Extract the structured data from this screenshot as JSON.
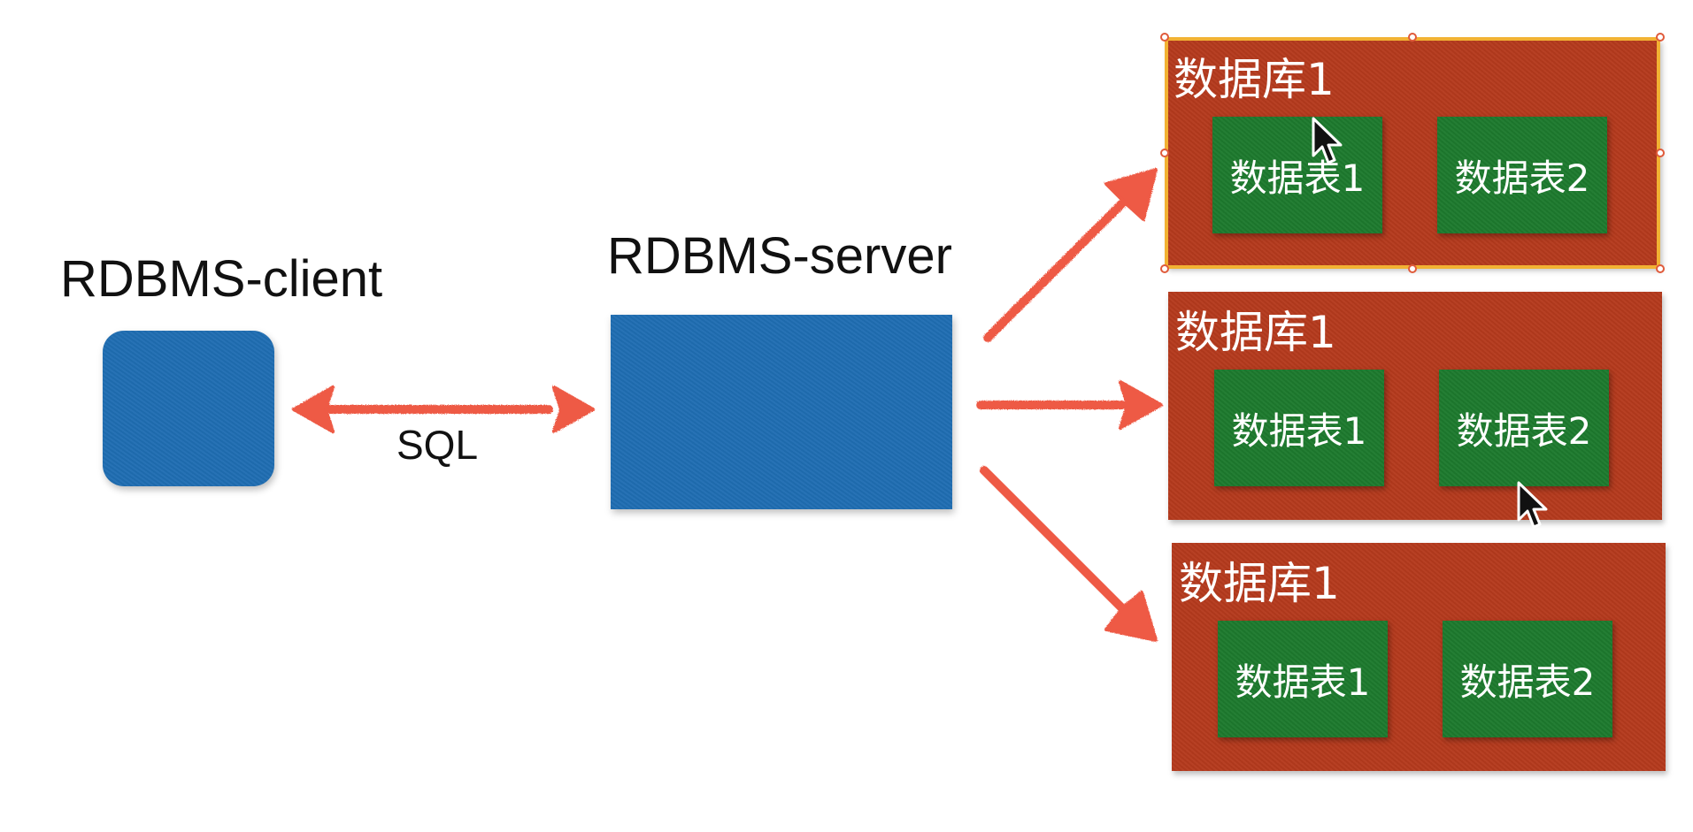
{
  "client": {
    "label": "RDBMS-client"
  },
  "server": {
    "label": "RDBMS-server"
  },
  "connection": {
    "label": "SQL"
  },
  "databases": [
    {
      "label": "数据库1",
      "tables": [
        "数据表1",
        "数据表2"
      ],
      "selected": true
    },
    {
      "label": "数据库1",
      "tables": [
        "数据表1",
        "数据表2"
      ],
      "selected": false
    },
    {
      "label": "数据库1",
      "tables": [
        "数据表1",
        "数据表2"
      ],
      "selected": false
    }
  ],
  "colors": {
    "node_blue": "#1f6db2",
    "database_red": "#b53a1d",
    "table_green": "#1d7a2e",
    "arrow": "#ee5a45",
    "selection": "#f2b233"
  },
  "icons": [
    "double-arrow-icon",
    "arrow-icon",
    "mouse-pointer-icon"
  ]
}
